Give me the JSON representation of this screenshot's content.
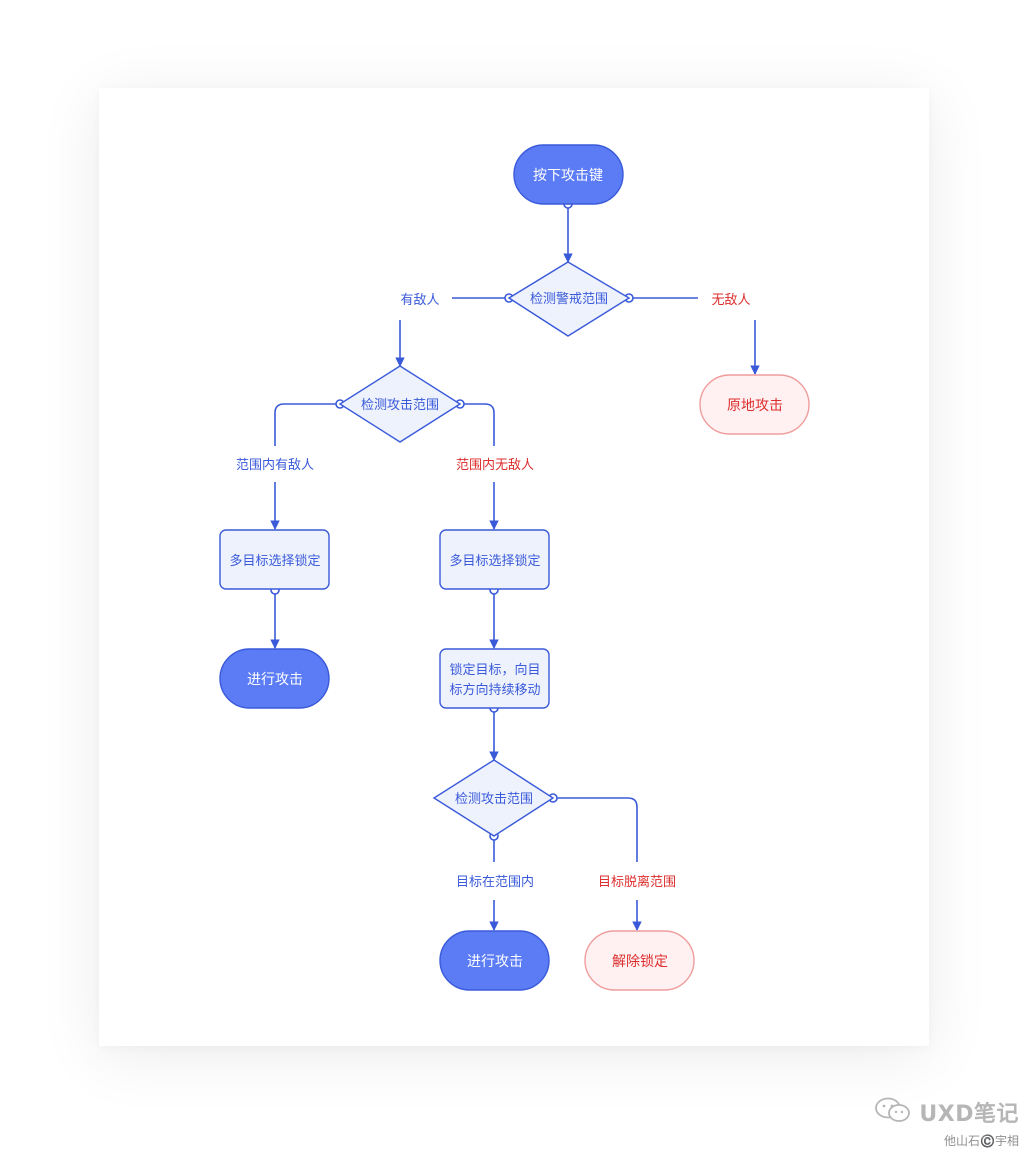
{
  "colors": {
    "primary": "#3a5ad9",
    "primary_fill": "#5b7cf5",
    "decision_fill": "#eef2fd",
    "negative": "#dd2e2e",
    "negative_fill": "#fff1f1",
    "negative_stroke": "#ef9d9d"
  },
  "nodes": {
    "start": "按下攻击键",
    "check_alert": "检测警戒范围",
    "check_attack_1": "检测攻击范围",
    "stay_attack": "原地攻击",
    "multi_lock_1": "多目标选择锁定",
    "multi_lock_2": "多目标选择锁定",
    "attack_1": "进行攻击",
    "lock_move_line1": "锁定目标，向目",
    "lock_move_line2": "标方向持续移动",
    "check_attack_2": "检测攻击范围",
    "attack_2": "进行攻击",
    "unlock": "解除锁定"
  },
  "edges": {
    "has_enemy": "有敌人",
    "no_enemy": "无敌人",
    "in_range_enemy": "范围内有敌人",
    "no_range_enemy": "范围内无敌人",
    "target_in_range": "目标在范围内",
    "target_out_range": "目标脱离范围"
  },
  "watermark": {
    "icon": "wechat-icon",
    "brand": "UXD笔记",
    "credit": "他山石©️宇相"
  }
}
